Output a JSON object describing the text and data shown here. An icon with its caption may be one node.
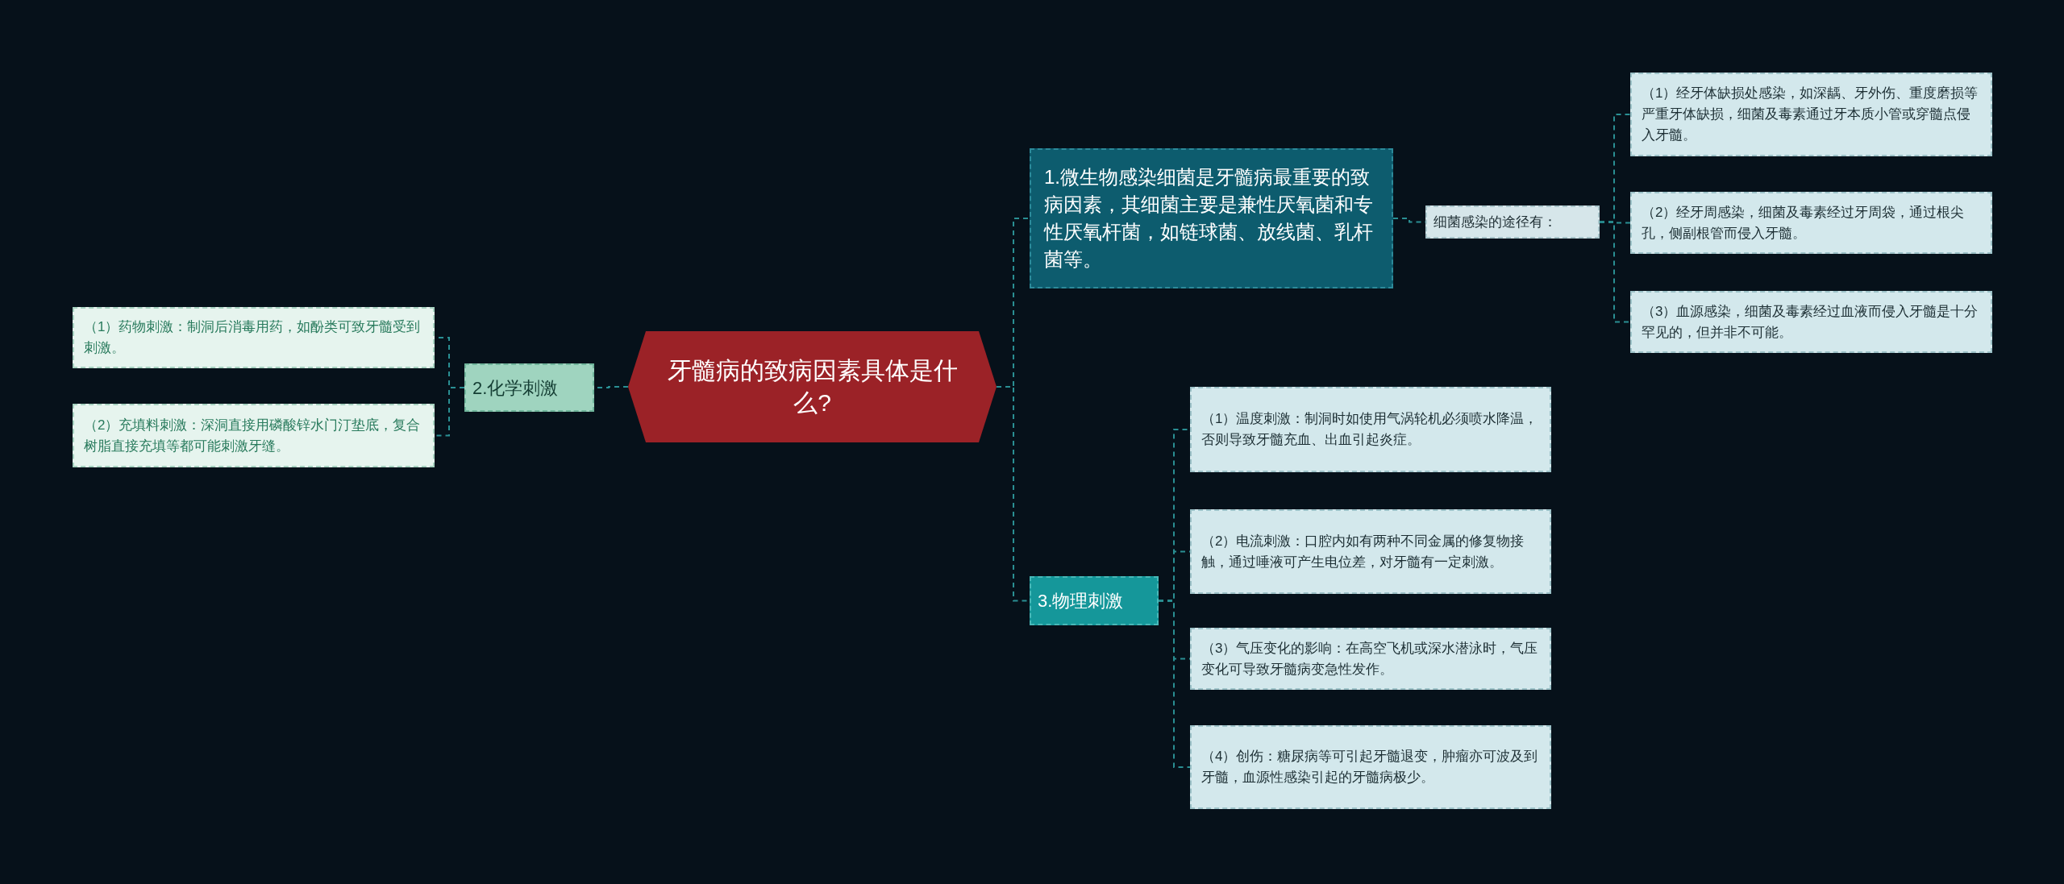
{
  "diagram": {
    "nodes": [
      {
        "text": [
          "牙髓病的致病因素具体是什么?"
        ]
      },
      {
        "text": [
          "1.微生物感染细菌是牙髓病最重要的致病因素，其细菌主要是兼性厌氧菌和专性厌氧杆菌，如链球菌、放线菌、乳杆菌等。"
        ]
      },
      {
        "text": [
          "细菌感染的途径有："
        ]
      },
      {
        "text": [
          "（1）经牙体缺损处感染，如深龋、牙外伤、重度磨损等严重牙体缺损，细菌及毒素通过牙本质小管或穿髓点侵入牙髓。"
        ]
      },
      {
        "text": [
          "（2）经牙周感染，细菌及毒素经过牙周袋，通过根尖孔，侧副根管而侵入牙髓。"
        ]
      },
      {
        "text": [
          "（3）血源感染，细菌及毒素经过血液而侵入牙髓是十分罕见的，但并非不可能。"
        ]
      },
      {
        "text": [
          "3.物理刺激"
        ]
      },
      {
        "text": [
          "（1）温度刺激：制洞时如使用气涡轮机必须喷水降温，否则导致牙髓充血、出血引起炎症。"
        ]
      },
      {
        "text": [
          "（2）电流刺激：口腔内如有两种不同金属的修复物接触，通过唾液可产生电位差，对牙髓有一定刺激。"
        ]
      },
      {
        "text": [
          "（3）气压变化的影响：在高空飞机或深水潜泳时，气压变化可导致牙髓病变急性发作。"
        ]
      },
      {
        "text": [
          "（4）创伤：糖尿病等可引起牙髓退变，肿瘤亦可波及到牙髓，血源性感染引起的牙髓病极少。"
        ]
      },
      {
        "text": [
          "2.化学刺激"
        ]
      },
      {
        "text": [
          "（1）药物刺激：制洞后消毒用药，如酚类可致牙髓受到刺激。"
        ]
      },
      {
        "text": [
          "（2）充填料刺激：深洞直接用磷酸锌水门汀垫底，复合树脂直接充填等都可能刺激牙缝。"
        ]
      }
    ],
    "edges": [
      {
        "from": 0,
        "to": 1,
        "arrow": "none"
      },
      {
        "from": 1,
        "to": 2,
        "arrow": "none"
      },
      {
        "from": 2,
        "to": 3,
        "arrow": "none"
      },
      {
        "from": 2,
        "to": 4,
        "arrow": "none"
      },
      {
        "from": 2,
        "to": 5,
        "arrow": "none"
      },
      {
        "from": 0,
        "to": 6,
        "arrow": "none"
      },
      {
        "from": 6,
        "to": 7,
        "arrow": "none"
      },
      {
        "from": 6,
        "to": 8,
        "arrow": "none"
      },
      {
        "from": 6,
        "to": 9,
        "arrow": "none"
      },
      {
        "from": 6,
        "to": 10,
        "arrow": "none"
      },
      {
        "from": 0,
        "to": 11,
        "arrow": "none"
      },
      {
        "from": 11,
        "to": 12,
        "arrow": "none"
      },
      {
        "from": 11,
        "to": 13,
        "arrow": "none"
      }
    ]
  }
}
